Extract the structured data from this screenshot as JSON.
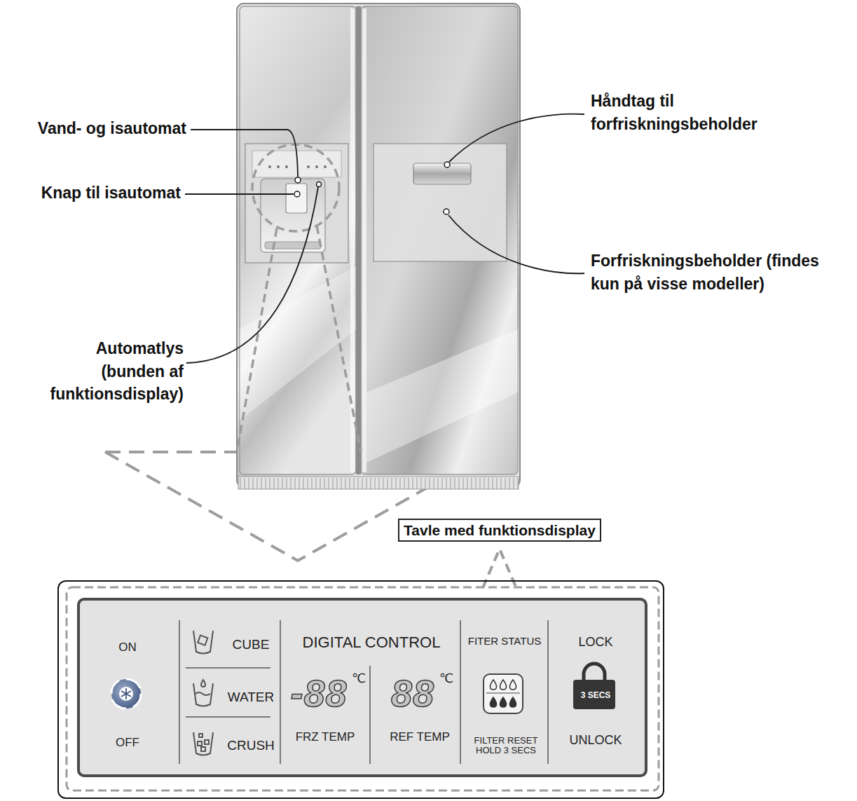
{
  "diagram": {
    "nodes": [
      {
        "text": [
          "Tavle med funktionsdisplay"
        ]
      },
      {
        "text": [
          "ON",
          "OFF",
          "CUBE",
          "WATER",
          "CRUSH",
          "DIGITAL CONTROL",
          "-88",
          "℃",
          "FRZ TEMP",
          "88",
          "℃",
          "REF TEMP",
          "FITER STATUS",
          "FILTER RESET HOLD 3 SECS",
          "LOCK",
          "3 SECS",
          "UNLOCK"
        ]
      }
    ],
    "edges": [
      {
        "from": 0,
        "to": 1,
        "arrow": "none"
      }
    ],
    "labels": [
      "Vand- og isautomat",
      "Knap til isautomat",
      "Automatlys (bunden af funktionsdisplay)",
      "Håndtag til forfriskningsbeholder",
      "Forfriskningsbeholder (findes kun på visse modeller)"
    ]
  }
}
